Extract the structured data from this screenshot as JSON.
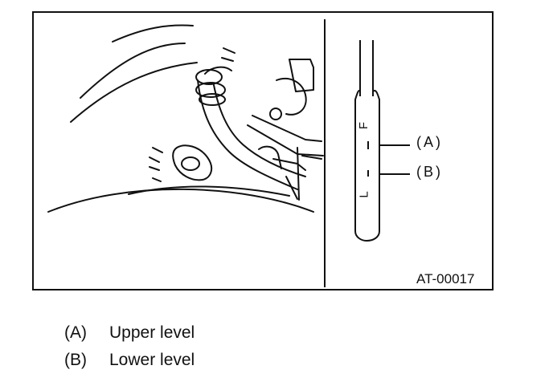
{
  "figure": {
    "id_label": "AT-00017",
    "marker_a": "(A)",
    "marker_b": "(B)",
    "stick_full_mark": "F",
    "stick_low_mark": "L"
  },
  "legend": [
    {
      "key": "(A)",
      "text": "Upper level"
    },
    {
      "key": "(B)",
      "text": "Lower level"
    }
  ]
}
